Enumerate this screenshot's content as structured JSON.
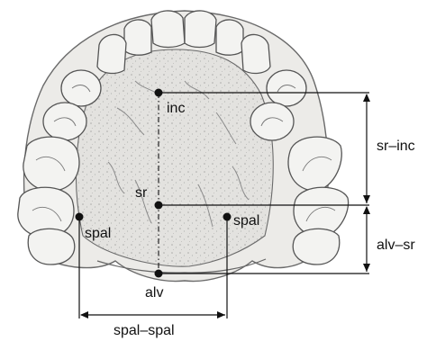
{
  "diagram": {
    "points": {
      "inc": "inc",
      "sr": "sr",
      "alv": "alv",
      "spal_left": "spal",
      "spal_right": "spal"
    },
    "dimensions": {
      "sr_inc": "sr–inc",
      "alv_sr": "alv–sr",
      "spal_spal": "spal–spal"
    }
  },
  "colors": {
    "ink": "#111111",
    "tooth_fill": "#f1f1ef",
    "tooth_stroke": "#555555",
    "palate_fill": "#e4e3e0",
    "palate_stroke": "#6a6a6a"
  }
}
